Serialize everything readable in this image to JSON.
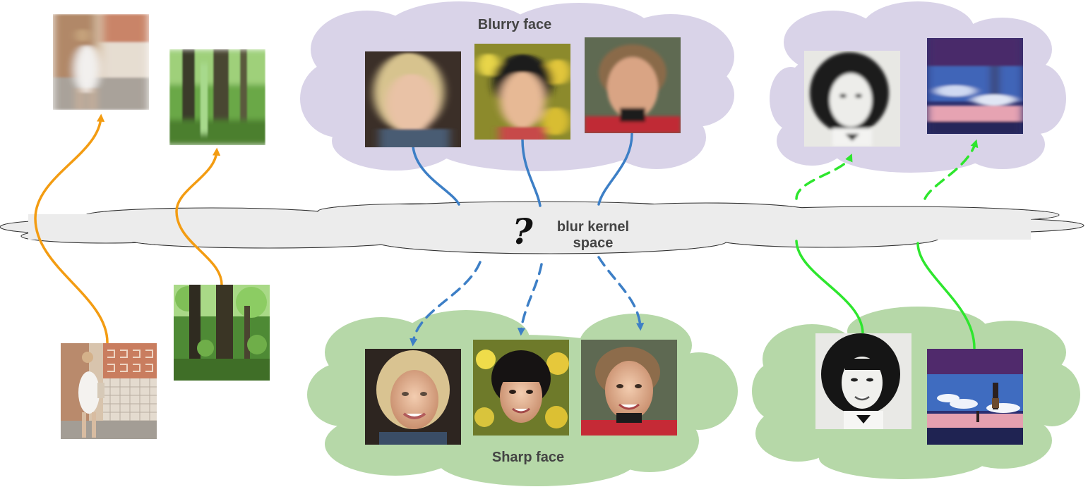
{
  "labels": {
    "blurry_face": "Blurry face",
    "sharp_face": "Sharp face",
    "kernel_line1": "blur kernel",
    "kernel_line2": "space",
    "unknown_mark": "?"
  },
  "colors": {
    "blurry_cloud": "#d9d3e8",
    "sharp_cloud": "#b6d8a8",
    "kernel_cloud": "#ececec",
    "kernel_outline": "#333333",
    "face_link": "#3d7fc6",
    "scene_link": "#f39c12",
    "stylized_link": "#2ee62e"
  },
  "images": {
    "street_blurry": "blurred street photo of a woman walking",
    "forest_blurry": "motion-blurred forest photo",
    "street_sharp": "sharp street photo of a woman walking",
    "forest_sharp": "sharp forest photo",
    "face1_blurry": "blurry blonde woman face",
    "face2_blurry": "blurry girl face",
    "face3_blurry": "blurry short-haired woman face",
    "face1_sharp": "sharp blonde woman face",
    "face2_sharp": "sharp girl face",
    "face3_sharp": "sharp short-haired woman face",
    "bw_blurry": "blurry black-and-white portrait",
    "anime_blurry": "blurry anime night scene",
    "bw_sharp": "sharp black-and-white portrait",
    "anime_sharp": "sharp anime night scene"
  }
}
